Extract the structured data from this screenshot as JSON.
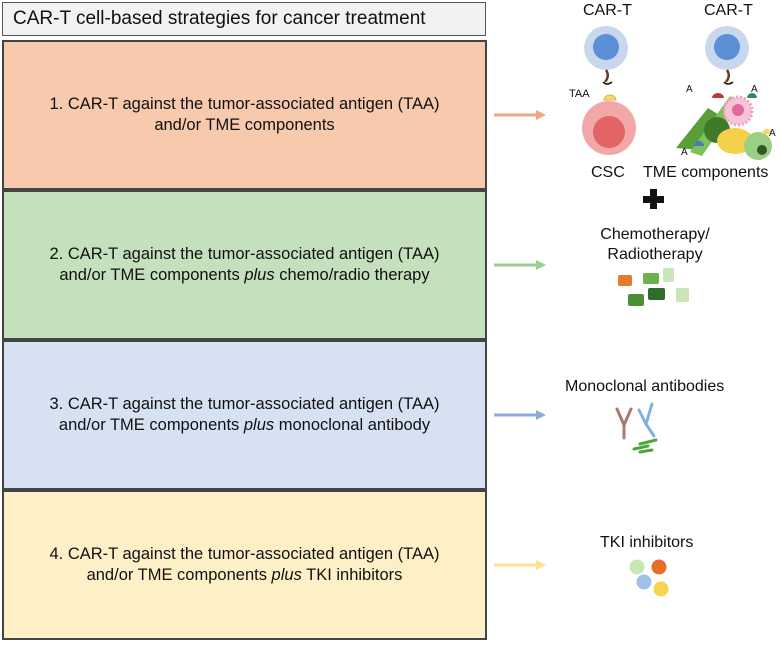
{
  "title": "CAR-T cell-based strategies for cancer treatment",
  "strategies": [
    {
      "line1": "1. CAR-T against the tumor-associated antigen (TAA)",
      "line2_pre": "and/or TME components",
      "line2_italic": "",
      "line2_post": ""
    },
    {
      "line1": "2. CAR-T against the tumor-associated antigen (TAA)",
      "line2_pre": "and/or TME components ",
      "line2_italic": "plus",
      "line2_post": " chemo/radio therapy"
    },
    {
      "line1": "3. CAR-T against the tumor-associated antigen (TAA)",
      "line2_pre": "and/or TME components ",
      "line2_italic": "plus",
      "line2_post": " monoclonal antibody"
    },
    {
      "line1": "4. CAR-T against the tumor-associated antigen (TAA)",
      "line2_pre": "and/or TME components ",
      "line2_italic": "plus",
      "line2_post": " TKI inhibitors"
    }
  ],
  "labels": {
    "cart_left": "CAR-T",
    "cart_right": "CAR-T",
    "taa": "TAA",
    "csc": "CSC",
    "tme": "TME components",
    "antigen_a": "A",
    "chemo_line1": "Chemotherapy/",
    "chemo_line2": "Radiotherapy",
    "mab": "Monoclonal antibodies",
    "tki": "TKI inhibitors"
  },
  "colors": {
    "arrow1": "#f4a77d",
    "arrow2": "#9dcd8e",
    "arrow3": "#8eaadb",
    "arrow4": "#fde08e"
  }
}
